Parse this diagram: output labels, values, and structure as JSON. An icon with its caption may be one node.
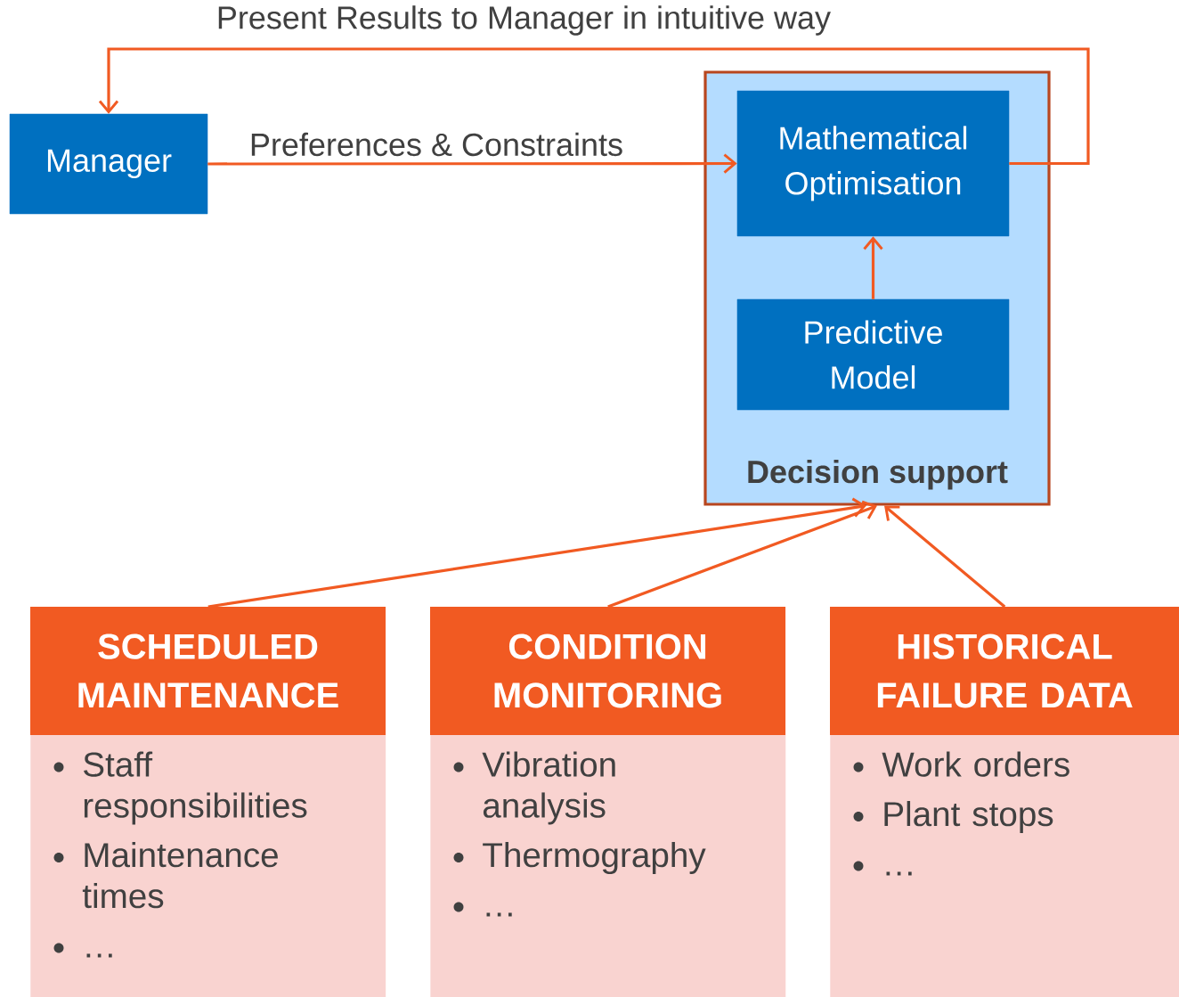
{
  "diagram": {
    "nodes": [
      {
        "text": [
          "Manager"
        ]
      },
      {
        "text": [
          "Decision support"
        ]
      },
      {
        "text": [
          "Mathematical Optimisation"
        ],
        "in": 1
      },
      {
        "text": [
          "Predictive Model"
        ],
        "in": 1
      },
      {
        "text": [
          "SCHEDULED MAINTENANCE",
          "Staff responsibilities",
          "Maintenance times",
          "…"
        ]
      },
      {
        "text": [
          "CONDITION MONITORING",
          "Vibration analysis",
          "Thermography",
          "…"
        ]
      },
      {
        "text": [
          "HISTORICAL FAILURE DATA",
          "Work orders",
          "Plant stops",
          "…"
        ]
      }
    ],
    "edges": [
      {
        "from": 0,
        "to": 2,
        "arrow": "to",
        "label": "Preferences & Constraints"
      },
      {
        "from": 2,
        "to": 0,
        "arrow": "to",
        "label": "Present Results to Manager in intuitive way"
      },
      {
        "from": 3,
        "to": 2,
        "arrow": "to"
      },
      {
        "from": 4,
        "to": 1,
        "arrow": "to"
      },
      {
        "from": 5,
        "to": 1,
        "arrow": "to"
      },
      {
        "from": 6,
        "to": 1,
        "arrow": "to"
      }
    ]
  }
}
